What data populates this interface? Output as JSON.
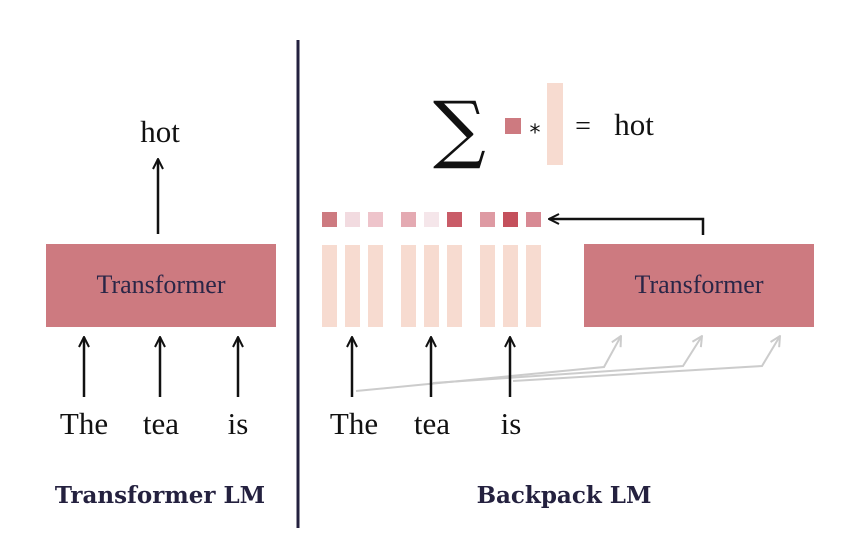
{
  "left_panel": {
    "output_word": "hot",
    "box_label": "Transformer",
    "input_words": [
      "The",
      "tea",
      "is"
    ],
    "caption": "Transformer LM"
  },
  "right_panel": {
    "sum_symbol": "∑",
    "multiply_symbol": "*",
    "equals_symbol": "=",
    "output_word": "hot",
    "box_label": "Transformer",
    "input_words": [
      "The",
      "tea",
      "is"
    ],
    "caption": "Backpack LM"
  },
  "colors": {
    "divider": "#24213f",
    "transformer_box": "#cd7a80",
    "transformer_text": "#2a2647",
    "sense_bar": "#f7dbd0",
    "skip_arrow": "#cccccc",
    "weight_shades": [
      "#cd7a80",
      "#f2dbe0",
      "#eec4cb",
      "#e4aab2",
      "#f5e6ea",
      "#c95c68",
      "#de9aa3",
      "#c4505c",
      "#d88a94"
    ]
  }
}
